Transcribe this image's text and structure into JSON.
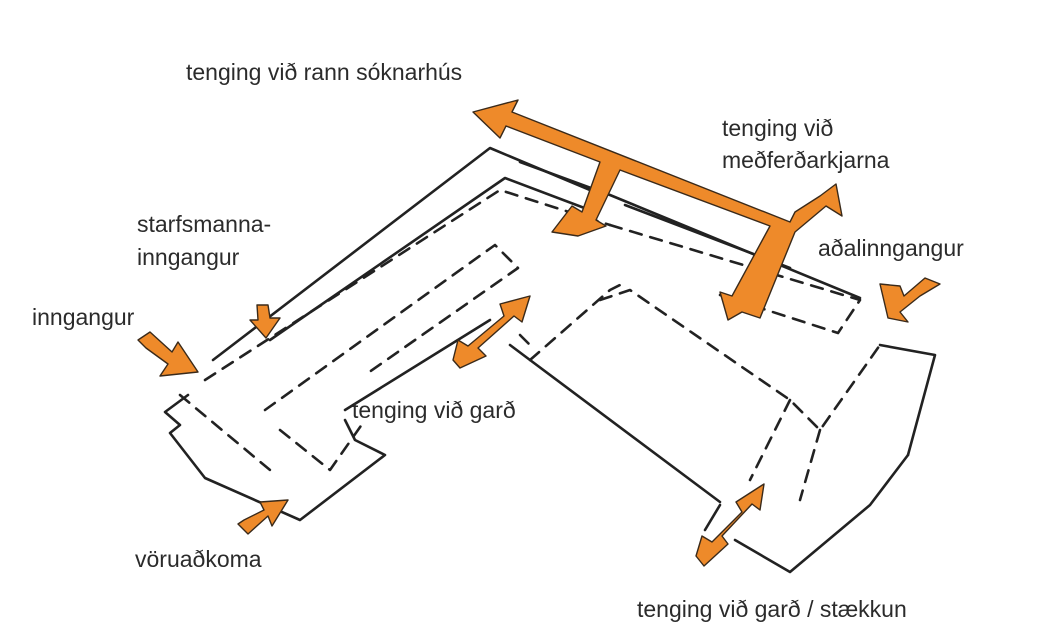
{
  "labels": {
    "research": "tenging við rann sóknarhús",
    "treatment_line1": "tenging við",
    "treatment_line2": "meðferðarkjarna",
    "staff_line1": "starfsmanna-",
    "staff_line2": "inngangur",
    "main_entrance": "aðalinngangur",
    "entrance": "inngangur",
    "garden": "tenging við garð",
    "goods": "vöruaðkoma",
    "garden_expansion": "tenging við garð / stækkun"
  },
  "colors": {
    "arrow": "#EE8A2A",
    "line": "#222222",
    "text": "#2b2b2b"
  }
}
